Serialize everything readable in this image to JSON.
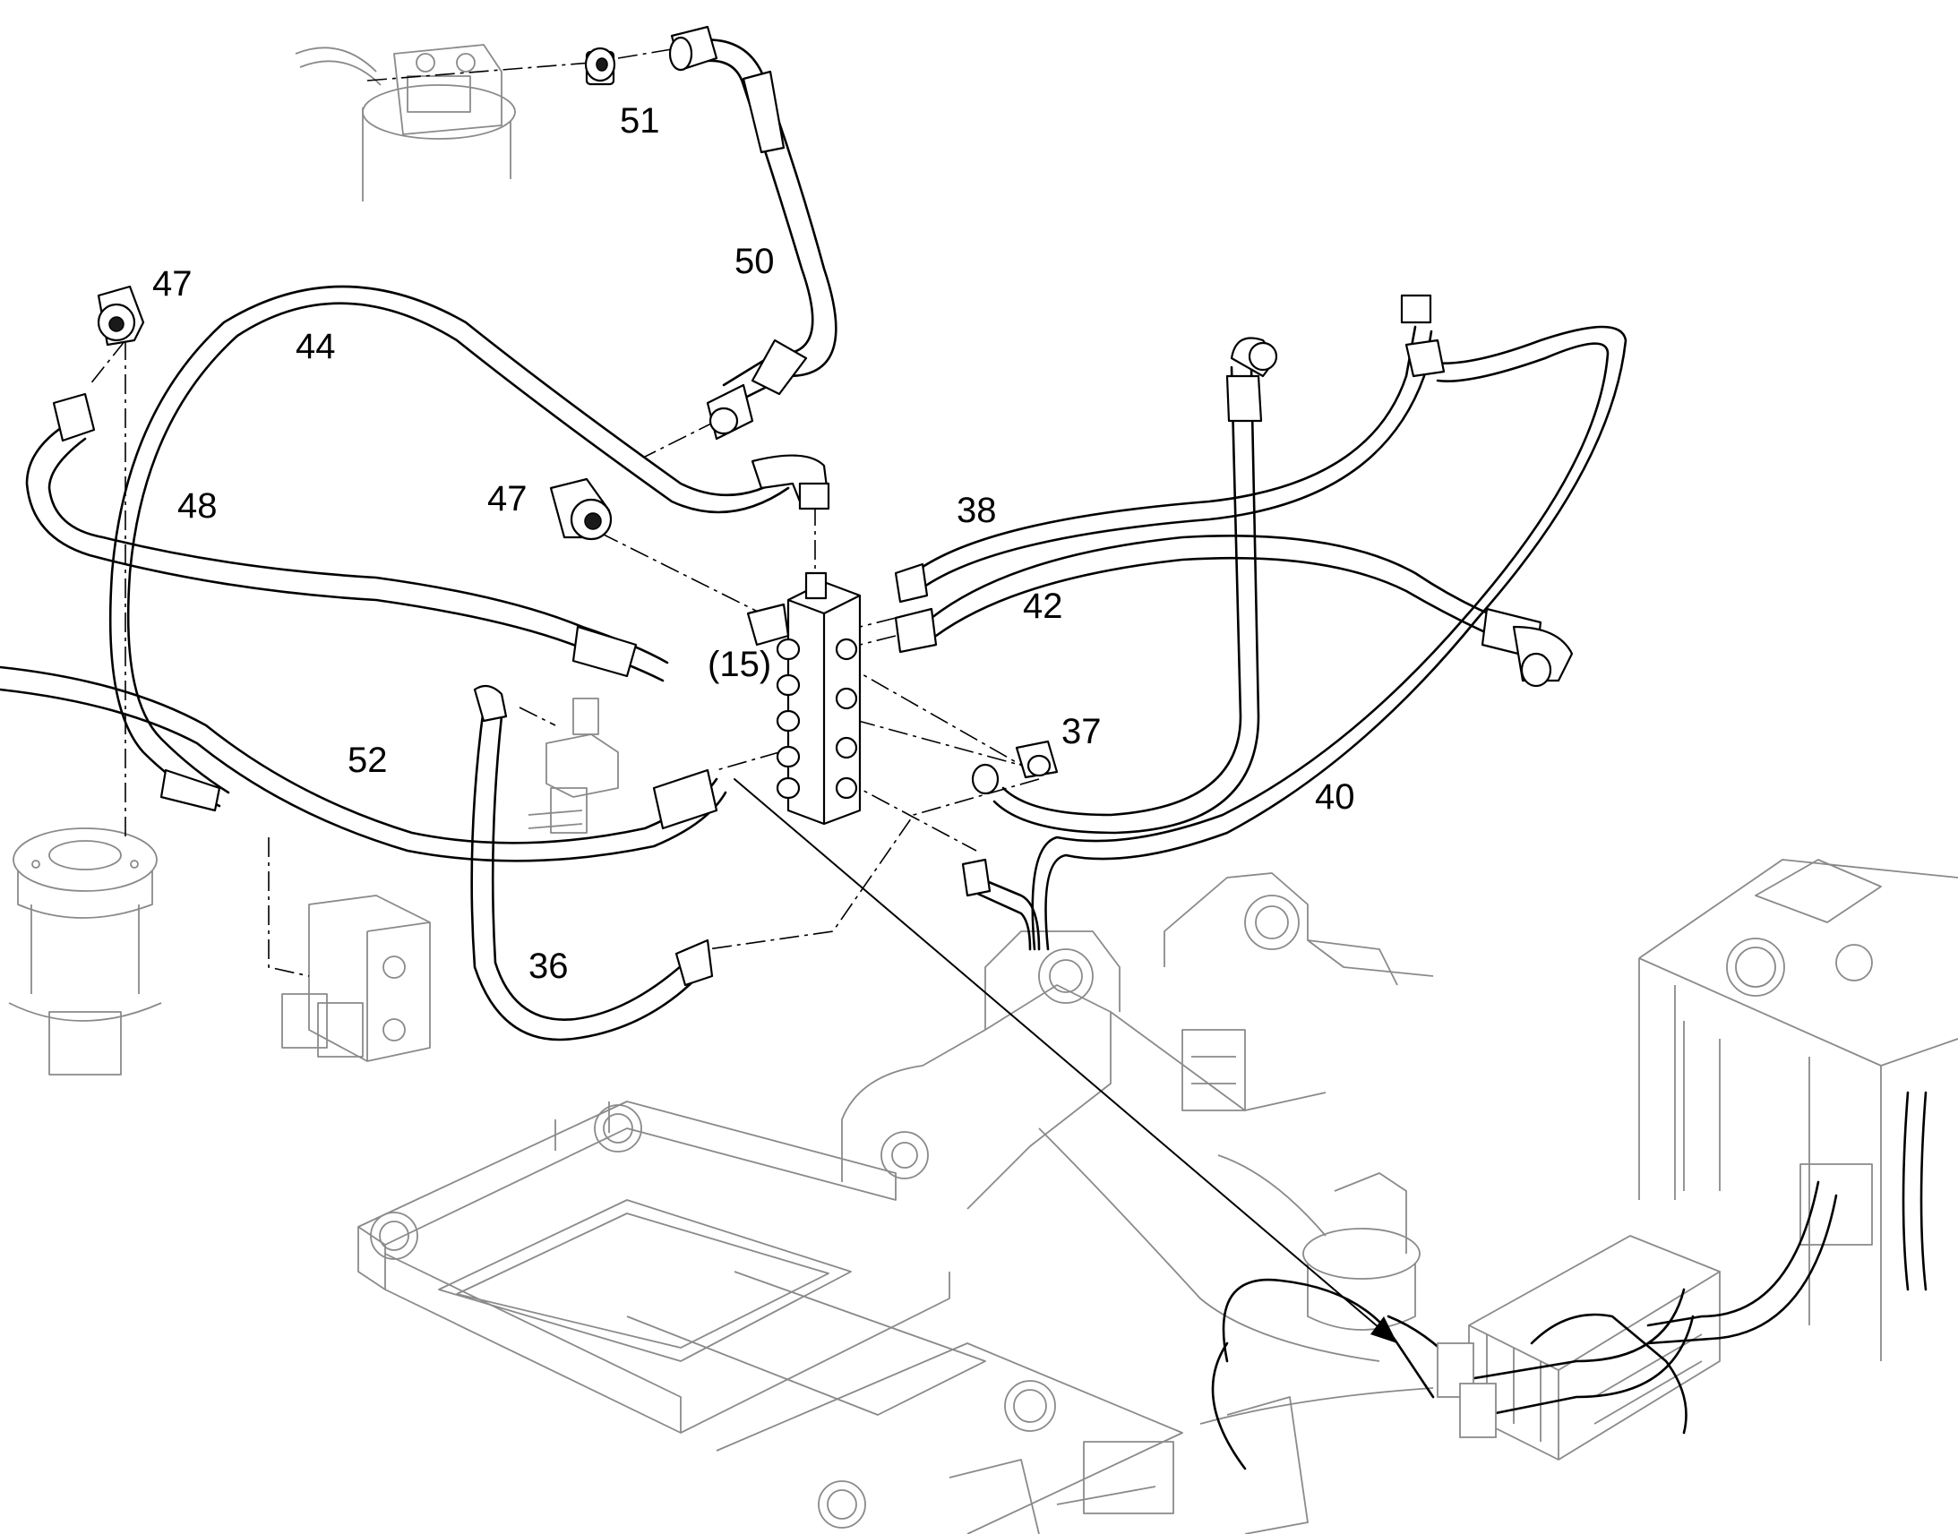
{
  "diagram": {
    "callouts": [
      {
        "id": "c51",
        "label": "51"
      },
      {
        "id": "c50",
        "label": "50"
      },
      {
        "id": "c47a",
        "label": "47"
      },
      {
        "id": "c44",
        "label": "44"
      },
      {
        "id": "c48",
        "label": "48"
      },
      {
        "id": "c47b",
        "label": "47"
      },
      {
        "id": "c38",
        "label": "38"
      },
      {
        "id": "c42",
        "label": "42"
      },
      {
        "id": "c15",
        "label": "(15)"
      },
      {
        "id": "c37",
        "label": "37"
      },
      {
        "id": "c40",
        "label": "40"
      },
      {
        "id": "c52",
        "label": "52"
      },
      {
        "id": "c36",
        "label": "36"
      }
    ]
  }
}
